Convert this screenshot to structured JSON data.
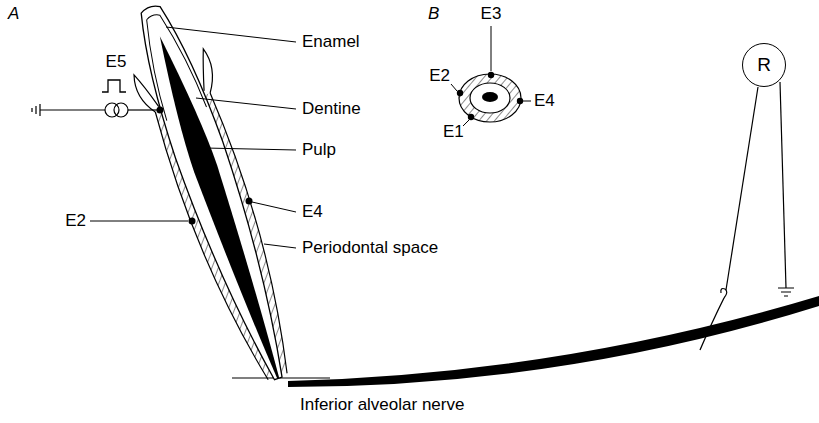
{
  "diagram": {
    "nodes": [
      {
        "text": [
          "R"
        ]
      }
    ],
    "labels": [
      "A",
      "E5",
      "Enamel",
      "Dentine",
      "Pulp",
      "E4",
      "Periodontal space",
      "E2",
      "Inferior alveolar nerve",
      "B",
      "E3",
      "E2",
      "E4",
      "E1"
    ]
  }
}
